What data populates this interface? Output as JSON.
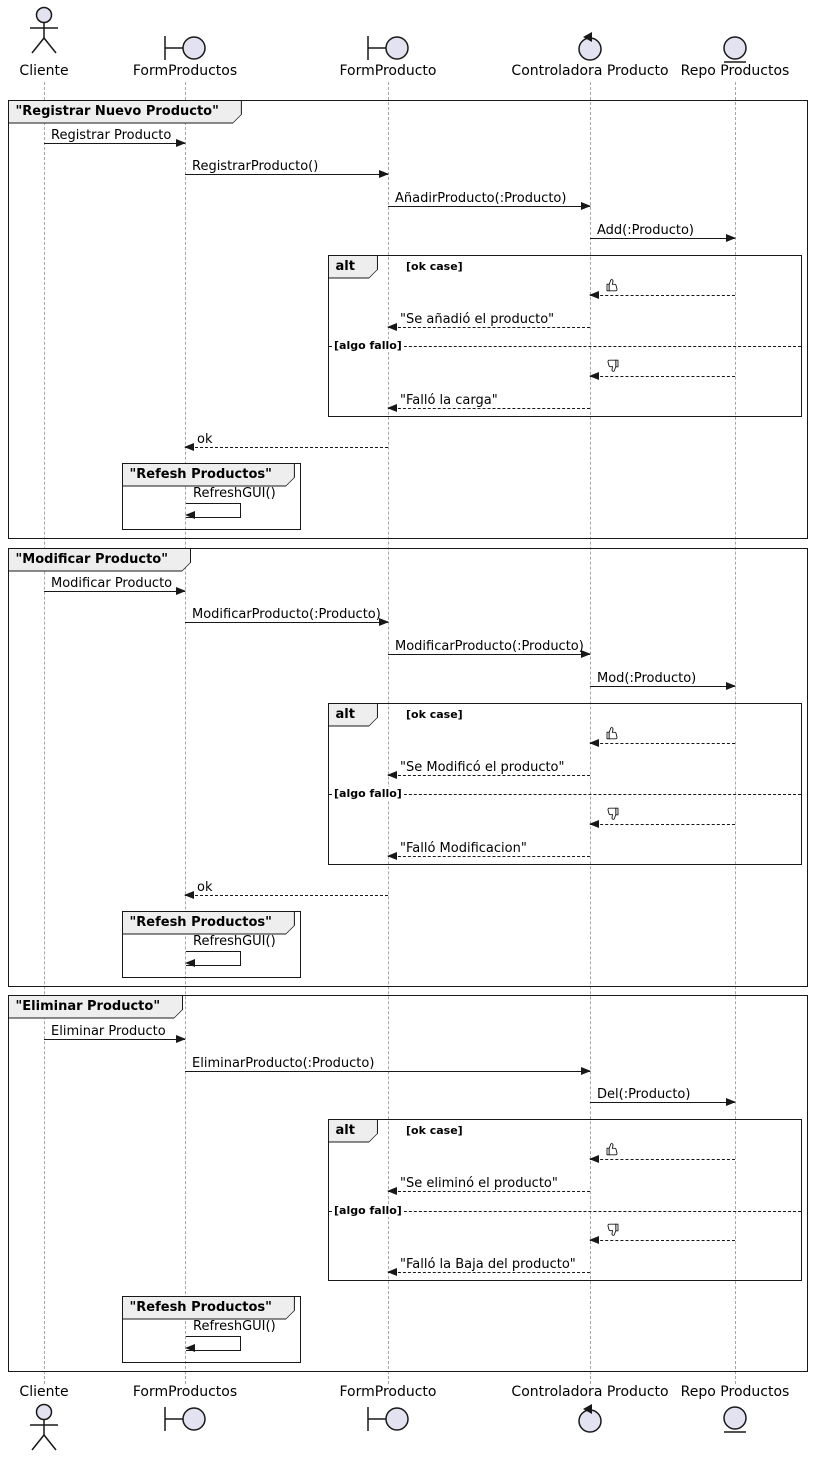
{
  "colors": {
    "line": "#181818",
    "lifeline": "#a6a6a6",
    "icon_fill": "#E2E2F0",
    "frame_header_fill": "#EEEEEE",
    "background": "#FFFFFF"
  },
  "icons": {
    "actor": "stick-figure",
    "boundary": "boundary-line-circle",
    "control": "circle-with-arrow",
    "entity": "circle-with-underline",
    "thumbs_up": "👍",
    "thumbs_down": "👎"
  },
  "participants": [
    {
      "label": "Cliente",
      "type": "actor"
    },
    {
      "label": "FormProductos",
      "type": "boundary"
    },
    {
      "label": "FormProducto",
      "type": "boundary"
    },
    {
      "label": "Controladora Producto",
      "type": "control"
    },
    {
      "label": "Repo Productos",
      "type": "entity"
    }
  ],
  "alt": {
    "operator": "alt",
    "ok_guard": "[ok case]",
    "fail_guard": "[algo fallo]"
  },
  "sections": [
    {
      "title": "\"Registrar Nuevo Producto\"",
      "m1": "Registrar Producto",
      "m2": "RegistrarProducto()",
      "m3": "AñadirProducto(:Producto)",
      "m4": "Add(:Producto)",
      "ok_reply": "\"Se añadió el producto\"",
      "fail_reply": "\"Falló la carga\"",
      "return_ok": "ok",
      "group_title": "\"Refesh Productos\"",
      "self_msg": "RefreshGUI()"
    },
    {
      "title": "\"Modificar Producto\"",
      "m1": "Modificar Producto",
      "m2": "ModificarProducto(:Producto)",
      "m3": "ModificarProducto(:Producto)",
      "m4": "Mod(:Producto)",
      "ok_reply": "\"Se Modificó el producto\"",
      "fail_reply": "\"Falló Modificacion\"",
      "return_ok": "ok",
      "group_title": "\"Refesh Productos\"",
      "self_msg": "RefreshGUI()"
    },
    {
      "title": "\"Eliminar Producto\"",
      "m1": "Eliminar Producto",
      "m2": "EliminarProducto(:Producto)",
      "m3": "Del(:Producto)",
      "ok_reply": "\"Se eliminó el producto\"",
      "fail_reply": "\"Falló la Baja del producto\"",
      "group_title": "\"Refesh Productos\"",
      "self_msg": "RefreshGUI()"
    }
  ]
}
